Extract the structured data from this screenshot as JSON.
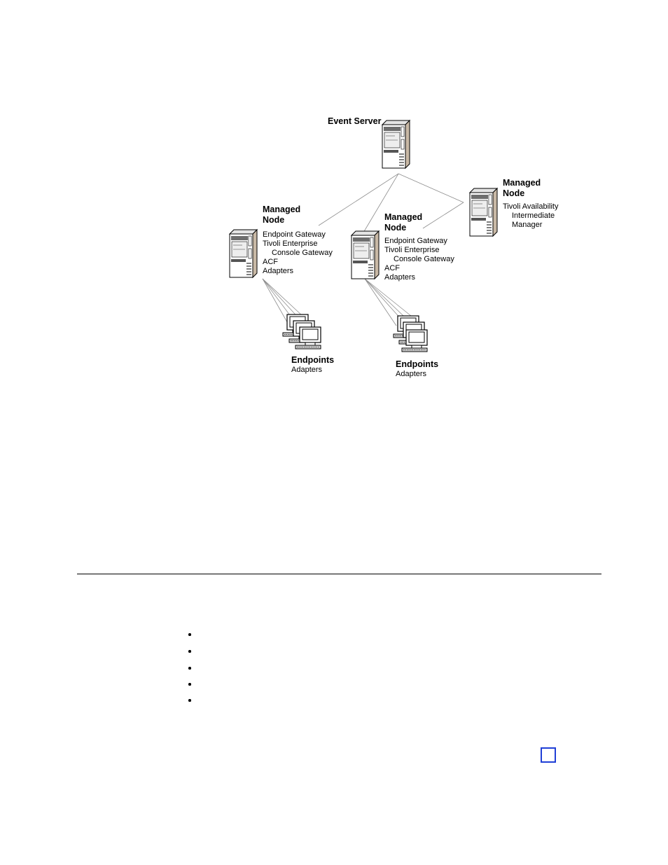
{
  "diagram": {
    "event_server": {
      "title": "Event Server"
    },
    "managed_node_left": {
      "title_1": "Managed",
      "title_2": "Node",
      "lines": [
        "Endpoint Gateway",
        "Tivoli Enterprise",
        "Console Gateway",
        "ACF",
        "Adapters"
      ]
    },
    "managed_node_center": {
      "title_1": "Managed",
      "title_2": "Node",
      "lines": [
        "Endpoint Gateway",
        "Tivoli Enterprise",
        "Console Gateway",
        "ACF",
        "Adapters"
      ]
    },
    "managed_node_right": {
      "title_1": "Managed",
      "title_2": "Node",
      "lines": [
        "Tivoli Availability",
        "Intermediate",
        "Manager"
      ]
    },
    "endpoints_left": {
      "title": "Endpoints",
      "sub": "Adapters"
    },
    "endpoints_center": {
      "title": "Endpoints",
      "sub": "Adapters"
    }
  },
  "bullets_count": 5,
  "colors": {
    "link_box": "#1f3fd6",
    "connector": "#8c8c8c"
  }
}
